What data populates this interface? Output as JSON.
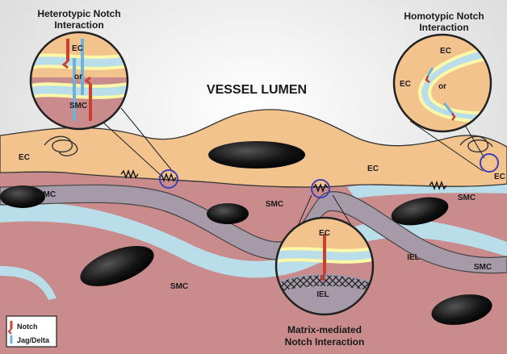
{
  "titles": {
    "heterotypic_line1": "Heterotypic Notch",
    "heterotypic_line2": "Interaction",
    "homotypic_line1": "Homotypic Notch",
    "homotypic_line2": "Interaction",
    "matrix_line1": "Matrix-mediated",
    "matrix_line2": "Notch Interaction"
  },
  "main_label": "VESSEL LUMEN",
  "tissue_labels": {
    "ec": "EC",
    "smc": "SMC",
    "iel": "IEL",
    "or": "or"
  },
  "legend": {
    "notch": "Notch",
    "jag_delta": "Jag/Delta"
  },
  "colors": {
    "lumen": "#e7e7e7",
    "ec_cell": "#f3c38e",
    "smc_cell": "#c98b8c",
    "iel_band": "#a79aa8",
    "extracellular": "#b9dde9",
    "nucleus": "#1b1b1b",
    "notch": "#c9412e",
    "jag_delta": "#6fb1d7",
    "membrane": "#fdf7a8",
    "inset_ring": "#3f3fb5"
  }
}
